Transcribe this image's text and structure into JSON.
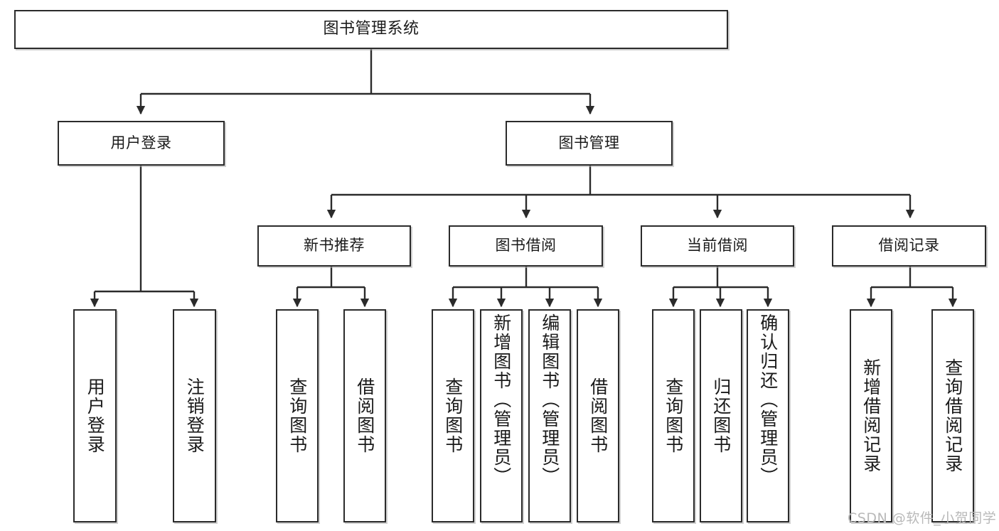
{
  "diagram": {
    "title": "图书管理系统",
    "type": "tree-hierarchy",
    "orientation": "top-down",
    "colors": {
      "box_border": "#2b2b2b",
      "box_fill": "#ffffff",
      "edge": "#2b2b2b",
      "text": "#1a1a1a",
      "watermark": "#b9b9b9",
      "background": "#ffffff"
    }
  },
  "watermark": {
    "text": "CSDN @软件_小贺同学"
  },
  "nodes": {
    "root": {
      "label": "图书管理系统"
    },
    "level2": [
      {
        "label": "用户登录"
      },
      {
        "label": "图书管理"
      }
    ],
    "level3": [
      {
        "label": "新书推荐"
      },
      {
        "label": "图书借阅"
      },
      {
        "label": "当前借阅"
      },
      {
        "label": "借阅记录"
      }
    ],
    "leaves": {
      "user_login": [
        {
          "label": "用户登录"
        },
        {
          "label": "注销登录"
        }
      ],
      "new_book_recommend": [
        {
          "label": "查询图书"
        },
        {
          "label": "借阅图书"
        }
      ],
      "book_borrow": [
        {
          "label": "查询图书"
        },
        {
          "label": "新增图书（管理员）"
        },
        {
          "label": "编辑图书（管理员）"
        },
        {
          "label": "借阅图书"
        }
      ],
      "current_borrow": [
        {
          "label": "查询图书"
        },
        {
          "label": "归还图书"
        },
        {
          "label": "确认归还（管理员）"
        }
      ],
      "borrow_record": [
        {
          "label": "新增借阅记录"
        },
        {
          "label": "查询借阅记录"
        }
      ]
    }
  }
}
